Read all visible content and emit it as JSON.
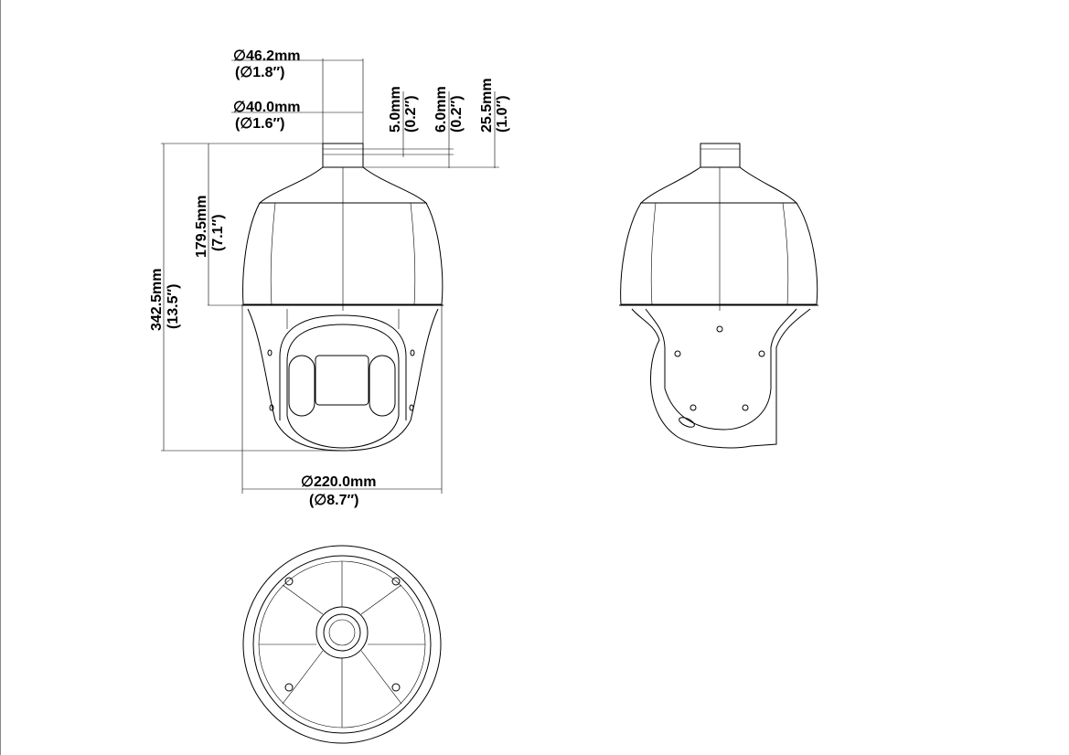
{
  "title": "PTZ dome camera dimension drawing",
  "dimensions": {
    "mount_outer_mm": "∅46.2mm",
    "mount_outer_in": "(∅1.8″)",
    "mount_inner_mm": "∅40.0mm",
    "mount_inner_in": "(∅1.6″)",
    "step1_mm": "5.0mm",
    "step1_in": "(0.2″)",
    "step2_mm": "6.0mm",
    "step2_in": "(0.2″)",
    "mount_height_mm": "25.5mm",
    "mount_height_in": "(1.0″)",
    "upper_height_mm": "179.5mm",
    "upper_height_in": "(7.1″)",
    "total_height_mm": "342.5mm",
    "total_height_in": "(13.5″)",
    "diameter_mm": "∅220.0mm",
    "diameter_in": "(∅8.7″)"
  },
  "views": [
    "front-view",
    "side-view",
    "bottom-view"
  ]
}
